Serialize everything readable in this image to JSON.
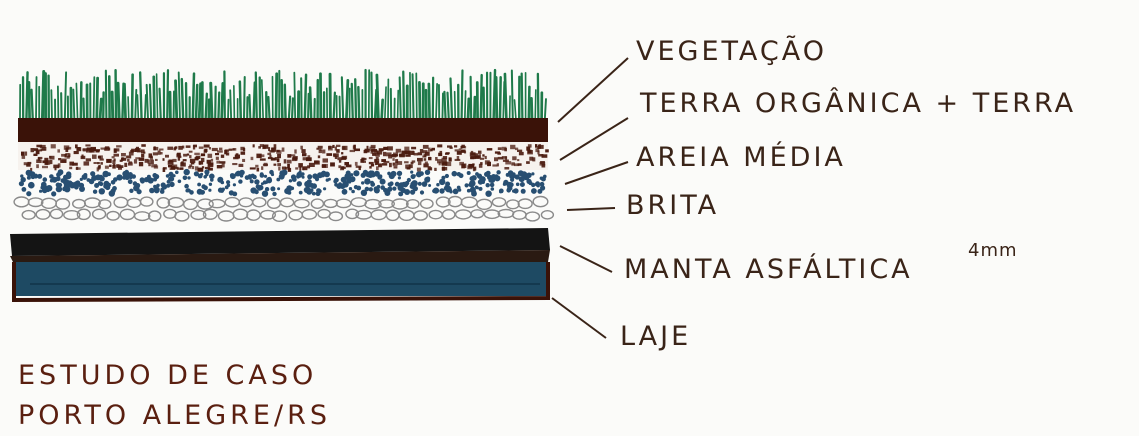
{
  "labels": {
    "vegetacao": "VEGETAÇÃO",
    "terra": "TERRA ORGÂNICA + TERRA",
    "areia": "AREIA MÉDIA",
    "brita": "BRITA",
    "manta": "MANTA ASFÁLTICA",
    "manta_thickness": "4mm",
    "laje": "LAJE"
  },
  "caption": {
    "line1": "ESTUDO DE CASO",
    "line2": "PORTO ALEGRE/RS"
  },
  "colors": {
    "vegetation": "#1f7a4a",
    "soil": "#3a1208",
    "sand": "#4a1a0e",
    "gravel": "#284f72",
    "stones": "#8a8a8a",
    "membrane": "#141414",
    "slab": "#1e4a63",
    "ink": "#3a2418"
  }
}
